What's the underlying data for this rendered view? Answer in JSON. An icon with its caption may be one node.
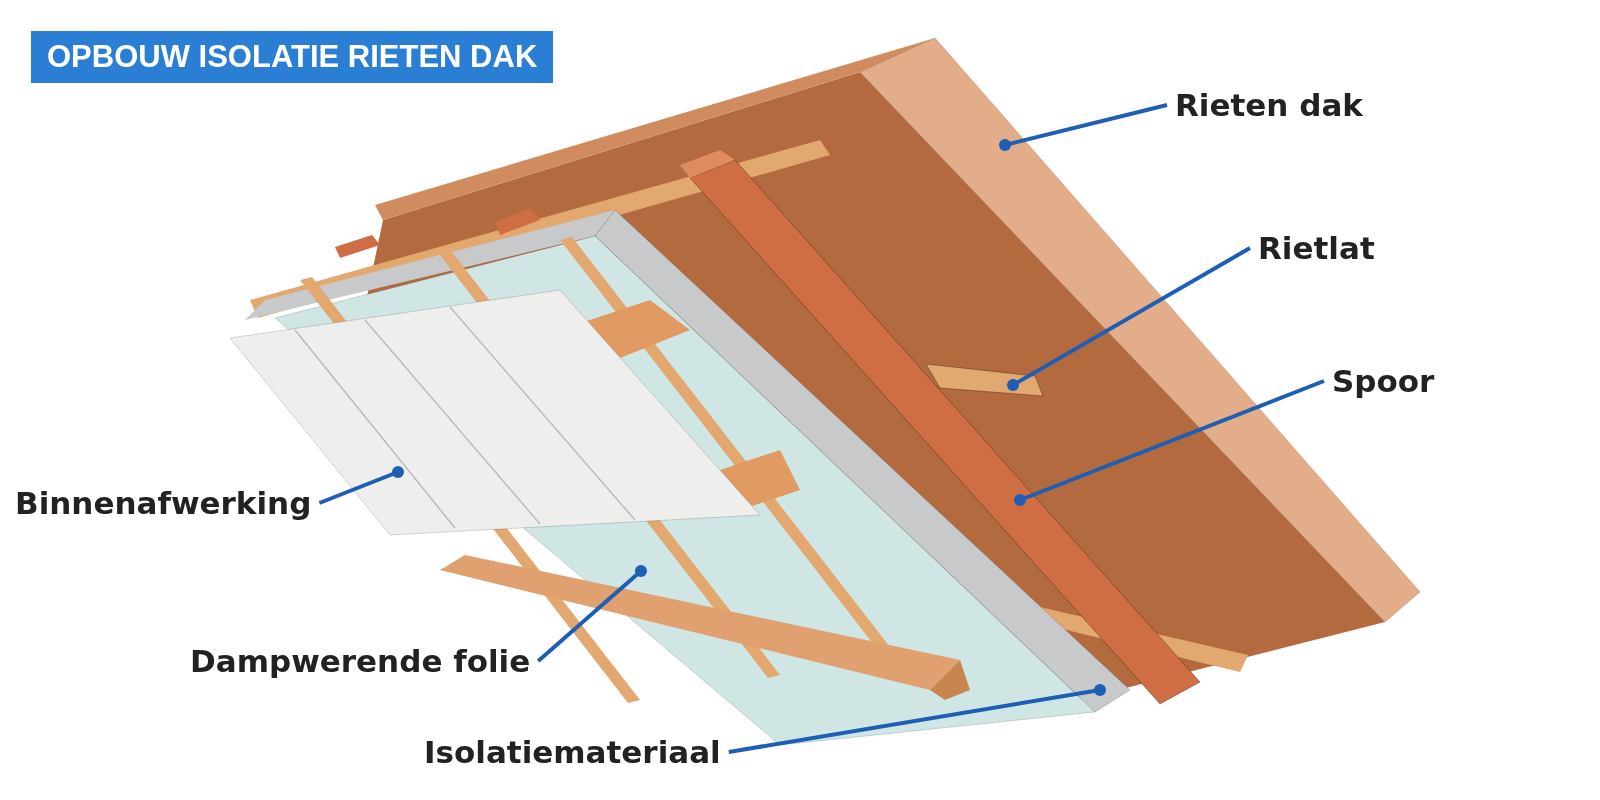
{
  "diagram": {
    "title": "OPBOUW ISOLATIE RIETEN DAK",
    "nodes": [
      {
        "text": [
          "Rieten dak"
        ]
      },
      {
        "text": [],
        "shape": "box"
      },
      {
        "text": [
          "Rietlat"
        ]
      },
      {
        "text": [],
        "shape": "bar"
      },
      {
        "text": [
          "Spoor"
        ]
      },
      {
        "text": [],
        "shape": "bar"
      },
      {
        "text": [
          "Binnenafwerking"
        ]
      },
      {
        "text": [],
        "shape": "box"
      },
      {
        "text": [
          "Dampwerende folie"
        ]
      },
      {
        "text": [],
        "shape": "box"
      },
      {
        "text": [
          "Isolatiemateriaal"
        ]
      },
      {
        "text": [],
        "shape": "box"
      }
    ],
    "edges": [
      {
        "from": 0,
        "to": 1,
        "arrow": "other"
      },
      {
        "from": 2,
        "to": 3,
        "arrow": "other"
      },
      {
        "from": 4,
        "to": 5,
        "arrow": "other"
      },
      {
        "from": 6,
        "to": 7,
        "arrow": "other"
      },
      {
        "from": 8,
        "to": 9,
        "arrow": "other"
      },
      {
        "from": 10,
        "to": 11,
        "arrow": "other"
      }
    ]
  }
}
